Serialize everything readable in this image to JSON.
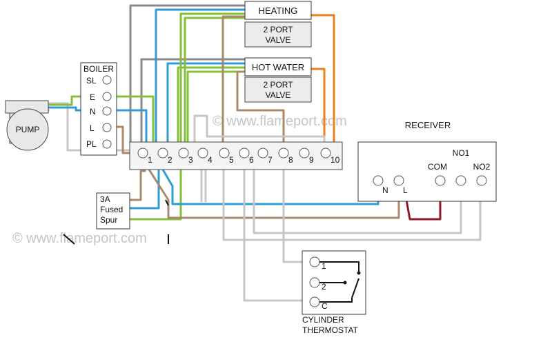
{
  "watermark": "© www.flameport.com",
  "heating_label": "HEATING",
  "heating_valve_line1": "2 PORT",
  "heating_valve_line2": "VALVE",
  "hotwater_label": "HOT WATER",
  "hotwater_valve_line1": "2 PORT",
  "hotwater_valve_line2": "VALVE",
  "boiler": {
    "title": "BOILER",
    "terminals": [
      "SL",
      "E",
      "N",
      "L",
      "PL"
    ]
  },
  "pump_label": "PUMP",
  "fused_spur": {
    "line1": "3A",
    "line2": "Fused",
    "line3": "Spur"
  },
  "junction_terminals": [
    "1",
    "2",
    "3",
    "4",
    "5",
    "6",
    "7",
    "8",
    "9",
    "10"
  ],
  "receiver": {
    "title": "RECEIVER",
    "terminals": [
      "N",
      "L",
      "COM",
      "NO1",
      "NO2"
    ]
  },
  "thermostat": {
    "line1": "CYLINDER",
    "line2": "THERMOSTAT",
    "terminals": [
      "1",
      "2",
      "C"
    ]
  },
  "wire_colors": {
    "grey": "#8a8a8a",
    "light_grey": "#c6c6c6",
    "blue": "#2f9bd6",
    "brown": "#a8896b",
    "green": "#86c03a",
    "orange": "#ee7d1e",
    "dark_red": "#8b1a2a"
  }
}
